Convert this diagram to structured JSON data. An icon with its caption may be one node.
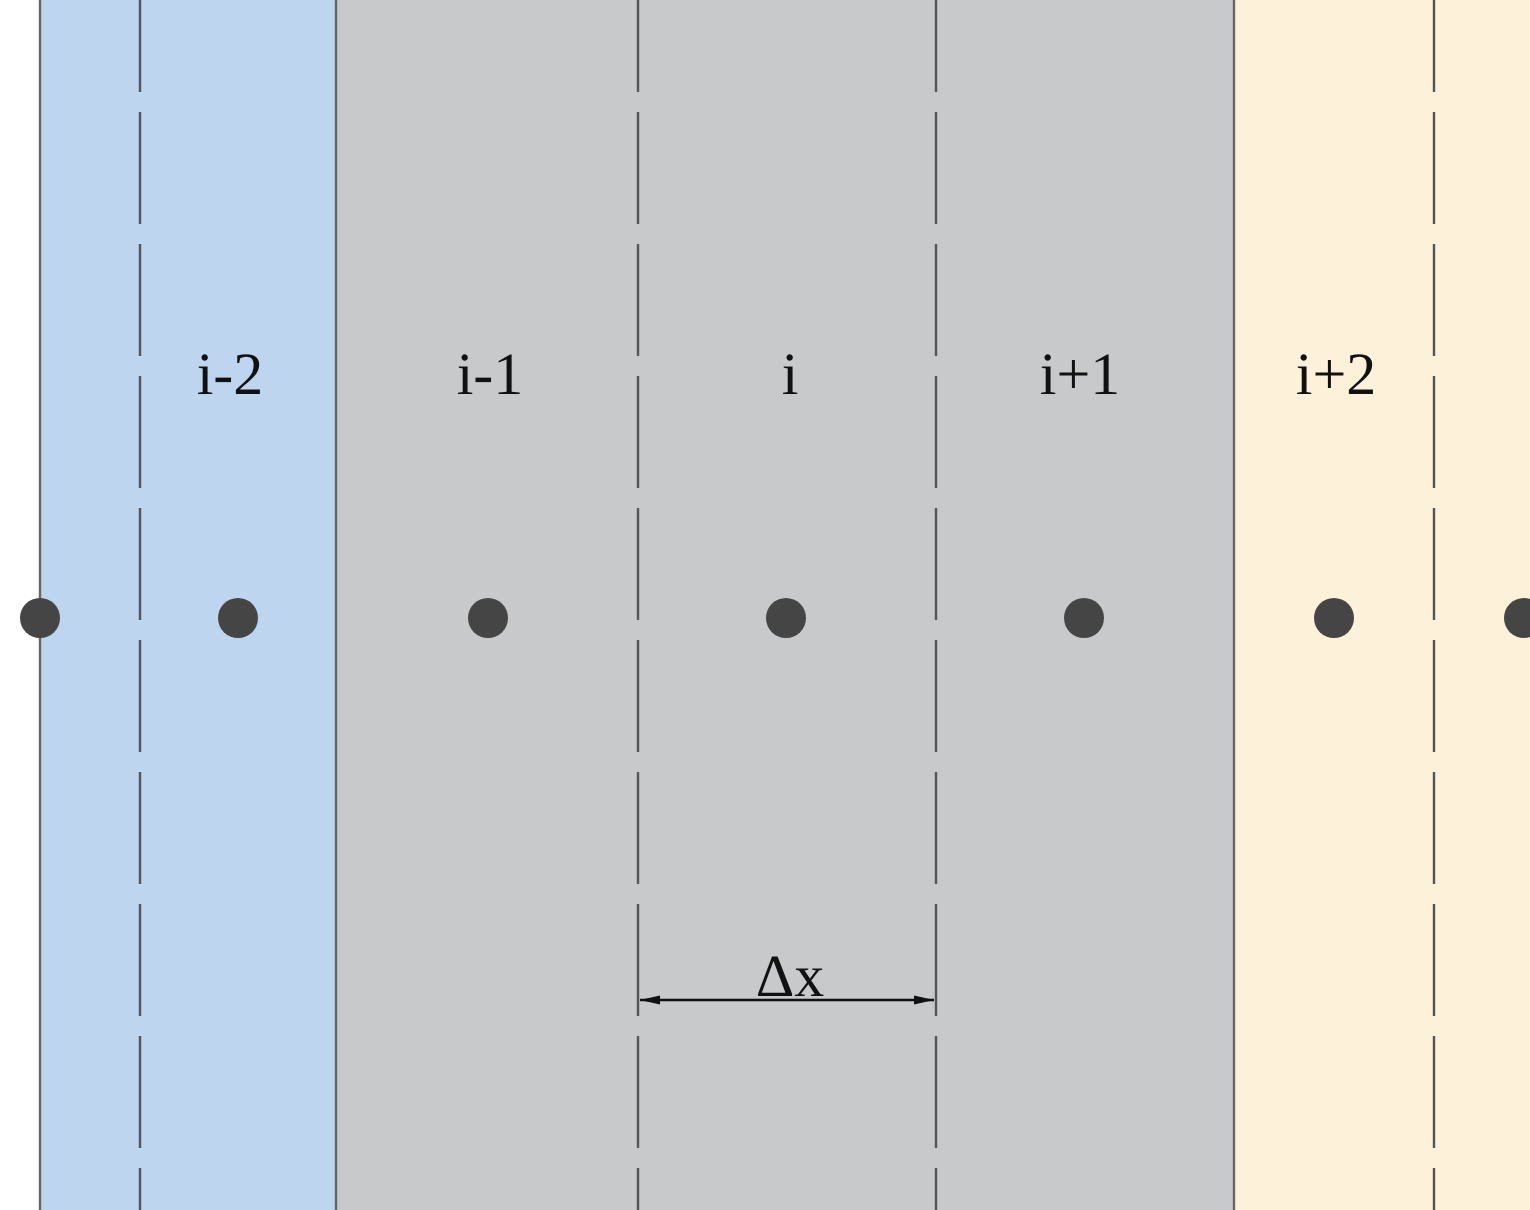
{
  "diagram": {
    "labels": [
      "i-2",
      "i-1",
      "i",
      "i+1",
      "i+2",
      "Δx"
    ]
  }
}
